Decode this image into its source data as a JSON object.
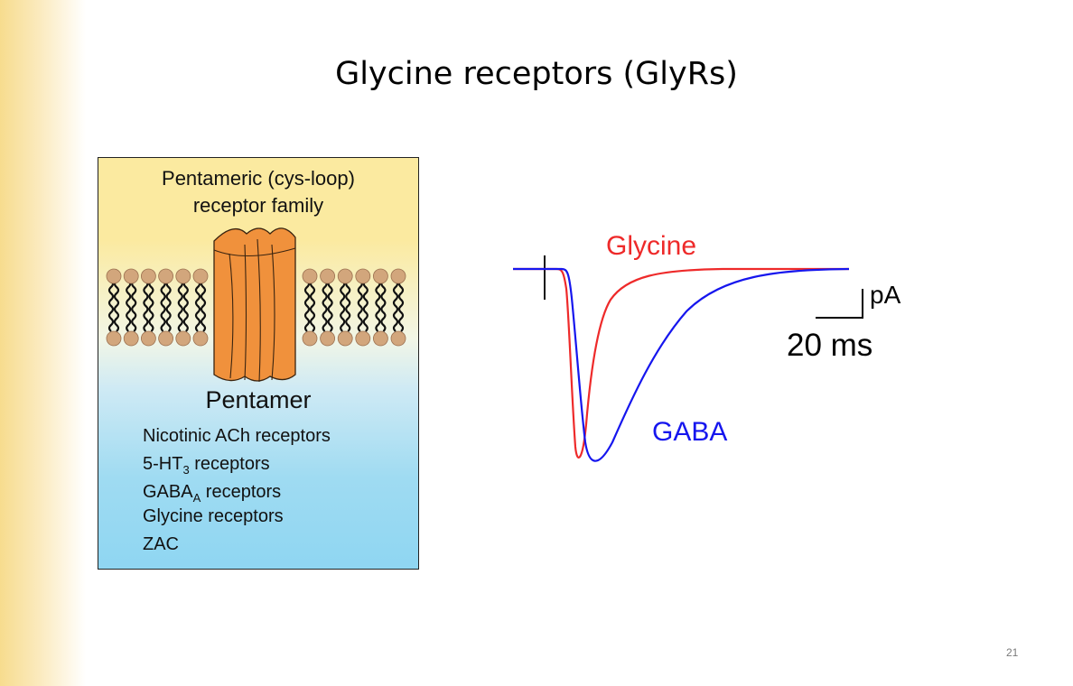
{
  "slide": {
    "title": "Glycine receptors (GlyRs)",
    "page_number": "21",
    "accent_color": "#f7dc8e"
  },
  "panel": {
    "family_title": [
      "Pentameric (cys-loop)",
      "receptor family"
    ],
    "pentamer_label": "Pentamer",
    "members": [
      {
        "text": "Nicotinic ACh receptors",
        "sub": "",
        "suffix": ""
      },
      {
        "text": "5-HT",
        "sub": "3",
        "suffix": " receptors"
      },
      {
        "text": "GABA",
        "sub": "A",
        "suffix": " receptors"
      },
      {
        "text": "Glycine receptors",
        "sub": "",
        "suffix": ""
      },
      {
        "text": "ZAC",
        "sub": "",
        "suffix": ""
      }
    ],
    "colors": {
      "top": "#fbeaa0",
      "bottom": "#8fd6f2",
      "channel": "#f0913c",
      "lipid_head": "#d2a67c",
      "lipid_tail": "#111111"
    },
    "icons": [
      "lipid-bilayer-icon",
      "pentameric-channel-icon"
    ]
  },
  "traces": {
    "glycine": {
      "label": "Glycine",
      "color": "#ee2a2a"
    },
    "gaba": {
      "label": "GABA",
      "color": "#1616ee"
    },
    "scale_bar": {
      "time_label": "20 ms",
      "current_label": "pA"
    }
  }
}
